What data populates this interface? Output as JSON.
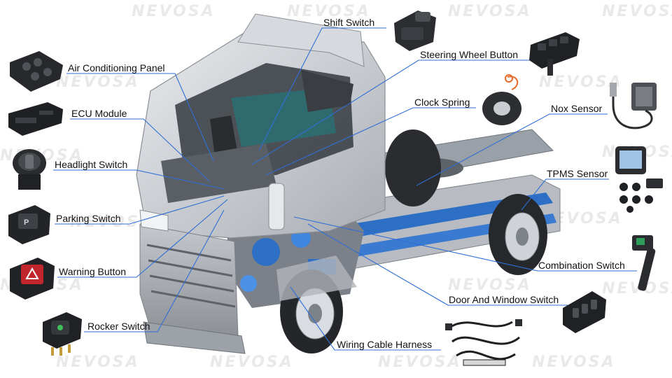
{
  "brand": {
    "watermark": "NEVOSA"
  },
  "colors": {
    "leader_line": "#2f6fd6",
    "label_underline": "#2f6fd6",
    "truck_body": "#c9ccd1",
    "chassis_blue": "#2d6fc4",
    "parts_dark": "#1d1f22"
  },
  "labels": {
    "shift_switch": "Shift Switch",
    "steering_wheel_button": "Steering Wheel Button",
    "air_conditioning_panel": "Air Conditioning Panel",
    "ecu_module": "ECU Module",
    "clock_spring": "Clock Spring",
    "nox_sensor": "Nox Sensor",
    "headlight_switch": "Headlight Switch",
    "tpms_sensor": "TPMS Sensor",
    "parking_switch": "Parking Switch",
    "warning_button": "Warning Button",
    "combination_switch": "Combination Switch",
    "door_and_window_switch": "Door And Window Switch",
    "rocker_switch": "Rocker Switch",
    "wiring_cable_harness": "Wiring Cable Harness"
  },
  "parts": [
    "shift-switch-icon",
    "steering-wheel-button-icon",
    "air-conditioning-panel-icon",
    "ecu-module-icon",
    "clock-spring-icon",
    "nox-sensor-icon",
    "headlight-switch-icon",
    "tpms-sensor-icon",
    "parking-switch-icon",
    "warning-button-icon",
    "combination-switch-icon",
    "door-window-switch-icon",
    "rocker-switch-icon",
    "wiring-harness-icon",
    "truck-cutaway-illustration"
  ]
}
